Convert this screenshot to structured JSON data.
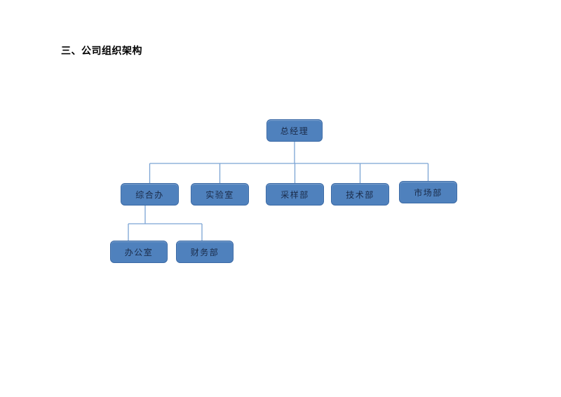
{
  "document": {
    "section_title": "三、公司组织架构"
  },
  "org_chart": {
    "root": {
      "label": "总经理",
      "children": [
        {
          "label": "综合办",
          "children": [
            {
              "label": "办公室"
            },
            {
              "label": "财务部"
            }
          ]
        },
        {
          "label": "实验室"
        },
        {
          "label": "采样部"
        },
        {
          "label": "技术部"
        },
        {
          "label": "市场部"
        }
      ]
    },
    "colors": {
      "node_fill": "#4f81bd",
      "node_border": "#3a69a5",
      "node_text": "#1a2b49",
      "connector": "#7ba3d4"
    }
  }
}
